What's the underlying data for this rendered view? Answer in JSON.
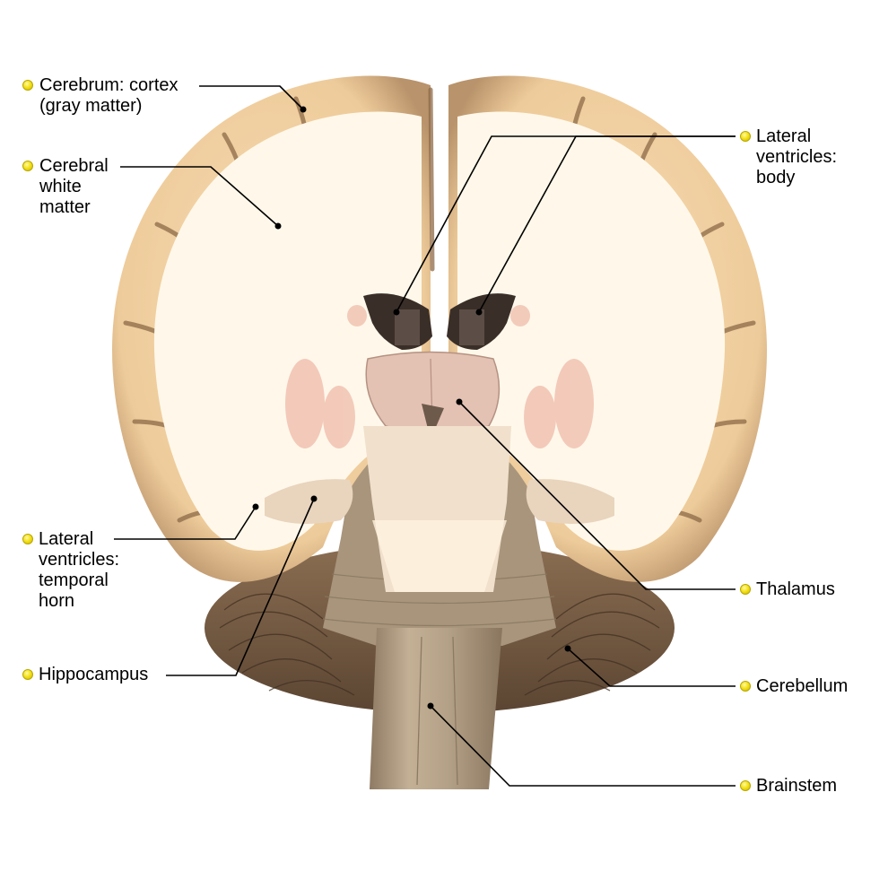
{
  "labels": {
    "cortex": [
      "Cerebrum: cortex",
      "(gray matter)"
    ],
    "white_matter": [
      "Cerebral",
      "white",
      "matter"
    ],
    "lat_body": [
      "Lateral",
      "ventricles:",
      "body"
    ],
    "temporal_horn": [
      "Lateral",
      "ventricles:",
      "temporal",
      "horn"
    ],
    "hippocampus": [
      "Hippocampus"
    ],
    "thalamus": [
      "Thalamus"
    ],
    "cerebellum": [
      "Cerebellum"
    ],
    "brainstem": [
      "Brainstem"
    ]
  },
  "colors": {
    "marker": "#f5e21a",
    "cortex": "#f3d7ae",
    "white_matter": "#fff8ea",
    "ventricle": "#3a2e28",
    "thalamus": "#e3c1b3",
    "cerebellum": "#7a6048",
    "brainstem": "#b9a58c"
  }
}
